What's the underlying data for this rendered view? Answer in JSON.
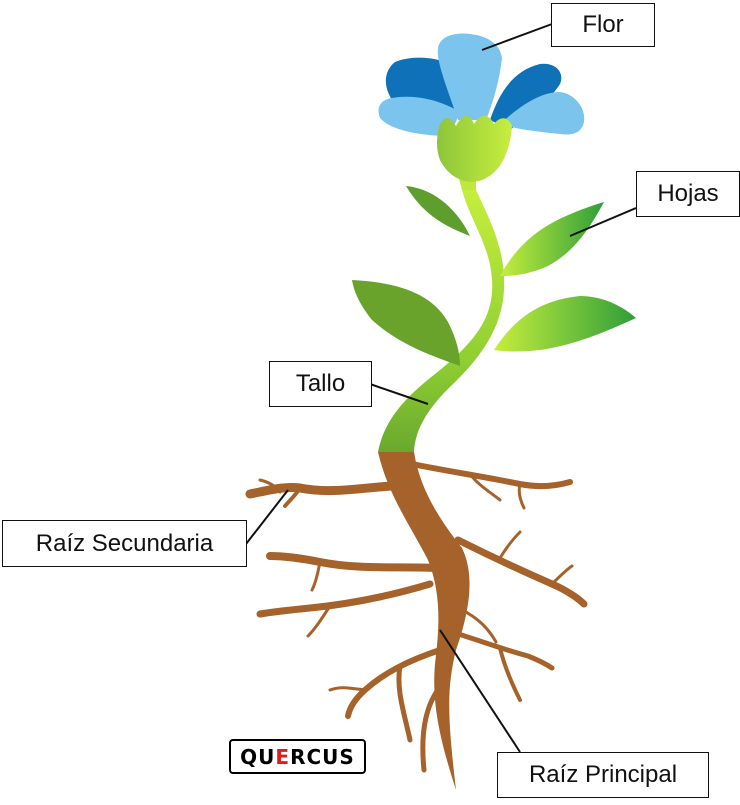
{
  "labels": {
    "flor": "Flor",
    "hojas": "Hojas",
    "tallo": "Tallo",
    "raiz_secundaria": "Raíz Secundaria",
    "raiz_principal": "Raíz Principal"
  },
  "logo": {
    "before": "QU",
    "highlight": "E",
    "after": "RCUS"
  },
  "colors": {
    "petal_light": "#7bc4ee",
    "petal_dark": "#0f72b8",
    "leaf_dark": "#5e9e2e",
    "leaf_light": "#b9e63c",
    "stem": "#a6e33a",
    "root": "#a5622a"
  }
}
